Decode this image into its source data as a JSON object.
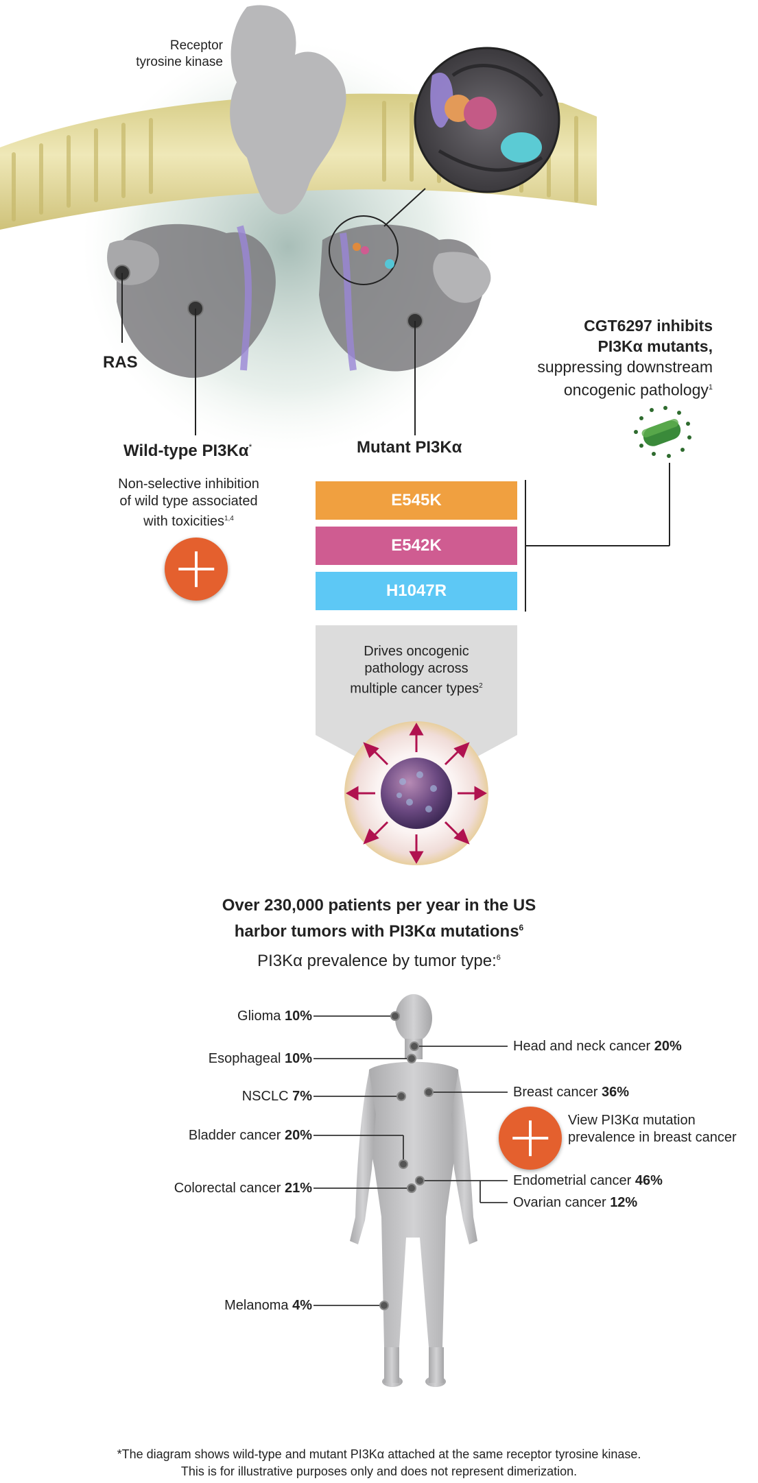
{
  "top": {
    "receptor_label": [
      "Receptor",
      "tyrosine kinase"
    ],
    "ras_label": "RAS",
    "wild_type_label": "Wild-type PI3Kα",
    "wild_type_sup": "*",
    "mutant_label": "Mutant PI3Kα",
    "inhibitor": {
      "line1": "CGT6297 inhibits",
      "line2": "PI3Kα mutants,",
      "line3": "suppressing downstream",
      "line4": "oncogenic pathology",
      "sup": "1"
    },
    "non_selective": {
      "line1": "Non-selective inhibition",
      "line2": "of wild type associated",
      "line3": "with toxicities",
      "sup": "1,4"
    }
  },
  "mutations": [
    {
      "name": "E545K",
      "color": "#f0a040"
    },
    {
      "name": "E542K",
      "color": "#cf5c91"
    },
    {
      "name": "H1047R",
      "color": "#5dc8f5"
    }
  ],
  "drives": {
    "line1": "Drives oncogenic",
    "line2": "pathology across",
    "line3": "multiple cancer types",
    "sup": "2"
  },
  "stats": {
    "line1": "Over 230,000 patients per year in the US",
    "line2": "harbor tumors with PI3Kα mutations",
    "sup": "6",
    "prevalence_title": "PI3Kα prevalence by tumor type:",
    "prevalence_sup": "6"
  },
  "tumors_left": [
    {
      "name": "Glioma",
      "pct": "10%"
    },
    {
      "name": "Esophageal",
      "pct": "10%"
    },
    {
      "name": "NSCLC",
      "pct": "7%"
    },
    {
      "name": "Bladder cancer",
      "pct": "20%"
    },
    {
      "name": "Colorectal cancer",
      "pct": "21%"
    },
    {
      "name": "Melanoma",
      "pct": "4%"
    }
  ],
  "tumors_right": [
    {
      "name": "Head and neck cancer",
      "pct": "20%"
    },
    {
      "name": "Breast cancer",
      "pct": "36%"
    },
    {
      "name": "Endometrial cancer",
      "pct": "46%"
    },
    {
      "name": "Ovarian cancer",
      "pct": "12%"
    }
  ],
  "breast_link": {
    "line1": "View PI3Kα mutation",
    "line2": "prevalence in breast cancer"
  },
  "footnote": {
    "line1": "*The diagram shows wild-type and mutant PI3Kα attached at the same receptor tyrosine kinase.",
    "line2": "This is for illustrative purposes only and does not represent dimerization."
  },
  "colors": {
    "accent_orange": "#e4602e",
    "membrane": "#e3d99a",
    "protein": "#8d8d8d",
    "pill_green": "#3a7d3a",
    "cell_magenta": "#c2185b"
  }
}
